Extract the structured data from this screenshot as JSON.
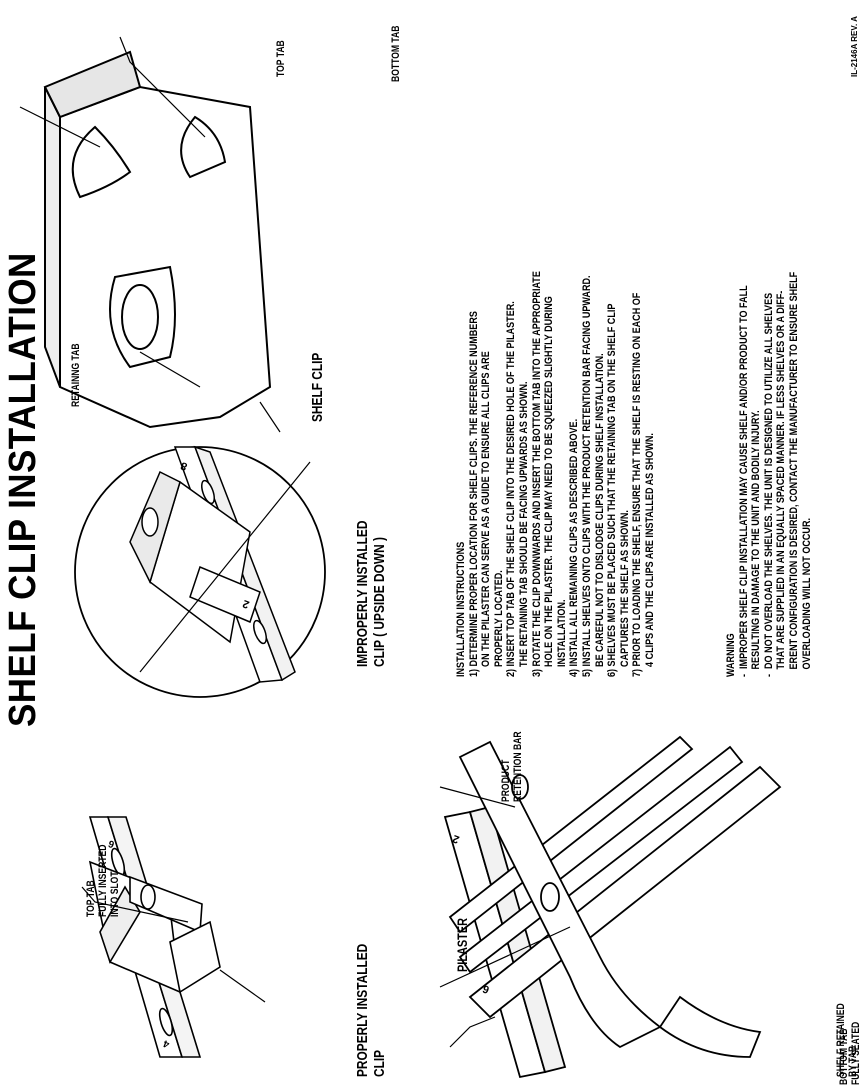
{
  "title": "SHELF CLIP INSTALLATION",
  "rev": "IL-2146A REV. A",
  "labels": {
    "top_tab_fully": "TOP TAB\nFULLY INSERTED\nINTO SLOT",
    "bottom_tab_fully": "BOTTOM TAB\nFULLY SEATED",
    "properly": "PROPERLY INSTALLED\nCLIP",
    "improperly": "IMPROPERLY INSTALLED\nCLIP ( UPSIDE DOWN )",
    "retaining_tab": "RETAINNG TAB",
    "shelf_clip": "SHELF CLIP",
    "top_tab": "TOP TAB",
    "bottom_tab": "BOTTOM TAB",
    "pilaster": "PILASTER",
    "shelf_retained": "SHELF RETAINED\nBY TAB",
    "product_bar": "PRODUCT\nRETENTION BAR"
  },
  "instructions": {
    "heading": "INSTALLATION INSTRUCTIONS",
    "steps": [
      "1) DETERMINE PROPER LOCATION FOR SHELF CLIPS. THE REFERENCE NUMBERS\n    ON THE PILASTER CAN SERVE AS A GUIDE TO ENSURE ALL CLIPS ARE\n    PROPERLY LOCATED.",
      "2) INSERT TOP TAB OF THE SHELF CLIP INTO THE DESIRED HOLE OF THE PILASTER.\n    THE RETAINING TAB SHOULD BE FACING UPWARDS AS SHOWN.",
      "3) ROTATE THE CLIP DOWNWARDS AND INSERT THE BOTTOM TAB INTO THE APPROPRIATE\n    HOLE ON THE PILASTER. THE CLIP MAY NEED TO BE SQUEEZED SLIGHTLY DURING\n    INSTALLATION.",
      "4) INSTALL ALL REMAINING CLIPS AS DESCRIBED ABOVE.",
      "5) INSTALL SHELVES ONTO CLIPS WITH THE PRODUCT RETENTION BAR FACING UPWARD.\n    BE CAREFUL NOT TO DISLODGE CLIPS DURING SHELF INSTALLATION.",
      "6) SHELVES MUST BE PLACED SUCH THAT THE RETAINING TAB ON THE SHELF CLIP\n    CAPTURES THE SHELF AS SHOWN.",
      "7) PRIOR TO LOADING THE SHELF, ENSURE THAT THE SHELF IS RESTING ON EACH OF\n    4 CLIPS AND THE CLIPS ARE INSTALLED AS SHOWN."
    ]
  },
  "warning": {
    "heading": "WARNING",
    "items": [
      "-  IMPROPER SHELF CLIP INSTALLATION MAY CAUSE SHELF AND/OR PRODUCT TO FALL\n   RESULTING IN DAMAGE TO THE UNIT AND BODILY INJURY.",
      "-  DO NOT OVERLOAD THE SHELVES. THE UNIT IS DESIGNED TO UTILIZE ALL SHELVES\n   THAT ARE SUPPLIED IN AN EQUALLY SPACED MANNER. IF LESS SHELVES OR A DIFF-\n   ERENT CONFIGURATION IS DESIRED, CONTACT THE MANUFACTURER TO ENSURE SHELF\n   OVERLOADING WILL NOT OCCUR."
    ]
  },
  "pilaster_numbers": [
    "4",
    "6",
    "8",
    "2"
  ]
}
